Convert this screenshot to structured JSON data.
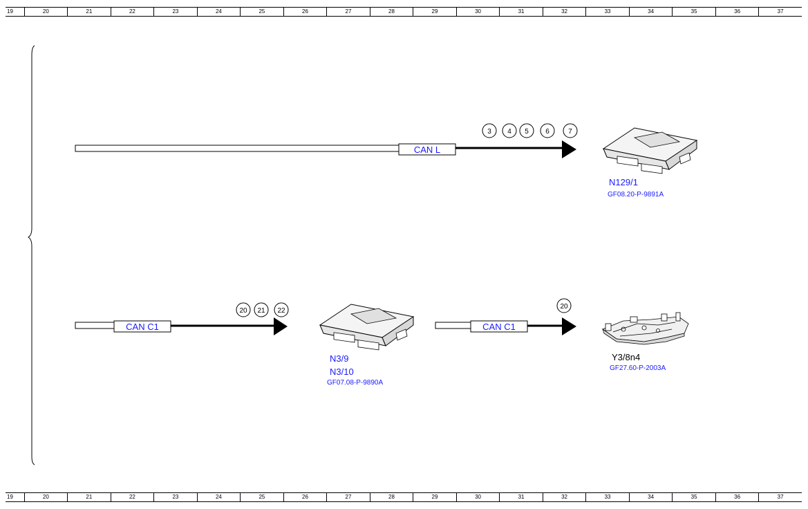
{
  "ruler": [
    "19",
    "20",
    "21",
    "22",
    "23",
    "24",
    "25",
    "26",
    "27",
    "28",
    "29",
    "30",
    "31",
    "32",
    "33",
    "34",
    "35",
    "36",
    "37"
  ],
  "buses": {
    "top": {
      "label": "CAN L",
      "pins": [
        "3",
        "4",
        "5",
        "6",
        "7"
      ]
    },
    "bottom_left": {
      "label": "CAN C1",
      "pins": [
        "20",
        "21",
        "22"
      ]
    },
    "bottom_right": {
      "label": "CAN C1",
      "pins": [
        "20"
      ]
    }
  },
  "components": {
    "n129": {
      "code": "N129/1",
      "ref": "GF08.20-P-9891A"
    },
    "n3": {
      "code1": "N3/9",
      "code2": "N3/10",
      "ref": "GF07.08-P-9890A"
    },
    "y3": {
      "code": "Y3/8n4",
      "ref": "GF27.60-P-2003A"
    }
  },
  "colors": {
    "label": "#1a1aff",
    "line": "#000000"
  }
}
